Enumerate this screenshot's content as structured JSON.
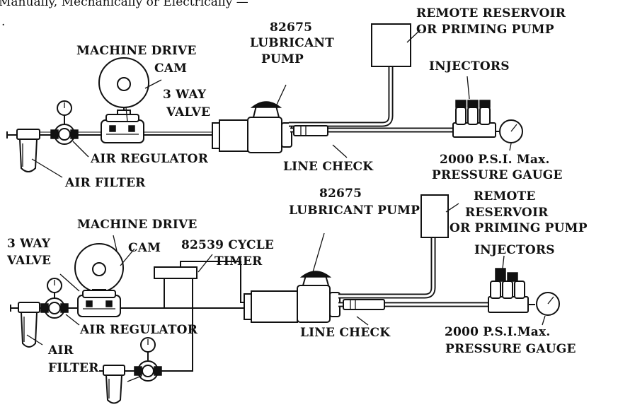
{
  "header": {
    "text_line": "Manually, Mechanically or Electrically —",
    "dot": "."
  },
  "top_diagram": {
    "remote_reservoir": "REMOTE RESERVOIR",
    "or_priming_pump": "OR PRIMING PUMP",
    "pump_number": "82675",
    "lubricant": "LUBRICANT",
    "pump": "PUMP",
    "machine_drive": "MACHINE DRIVE",
    "cam": "CAM",
    "injectors": "INJECTORS",
    "three_way": "3 WAY",
    "valve": "VALVE",
    "air_regulator": "AIR REGULATOR",
    "line_check": "LINE CHECK",
    "psi_max": "2000 P.S.I. Max.",
    "pressure_gauge": "PRESSURE GAUGE",
    "air_filter": "AIR FILTER"
  },
  "bottom_diagram": {
    "pump_number": "82675",
    "lubricant_pump": "LUBRICANT PUMP",
    "remote": "REMOTE",
    "reservoir": "RESERVOIR",
    "or_priming_pump": "OR PRIMING PUMP",
    "machine_drive": "MACHINE DRIVE",
    "three_way": "3 WAY",
    "valve": "VALVE",
    "cam": "CAM",
    "cycle": "82539 CYCLE",
    "timer": "TIMER",
    "injectors": "INJECTORS",
    "air_regulator": "AIR REGULATOR",
    "air": "AIR",
    "filter": "FILTER",
    "line_check": "LINE CHECK",
    "psi_max": "2000 P.S.I.Max.",
    "pressure_gauge": "PRESSURE GAUGE"
  }
}
